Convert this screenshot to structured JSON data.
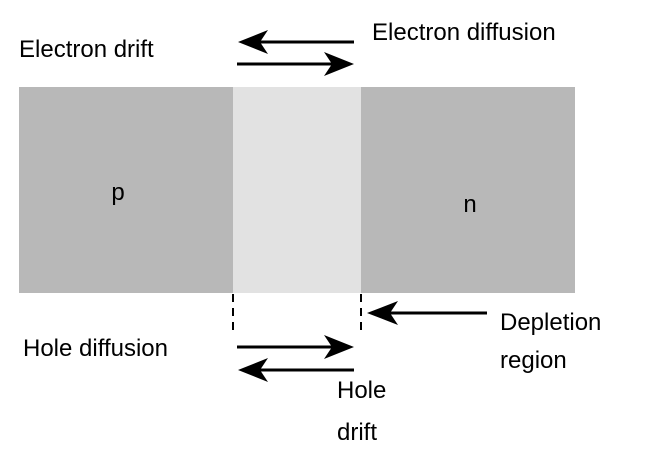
{
  "regions": {
    "p": {
      "label": "p",
      "color": "#b8b8b8"
    },
    "depletion": {
      "color": "#e2e2e2"
    },
    "n": {
      "label": "n",
      "color": "#b8b8b8"
    }
  },
  "labels": {
    "electron_drift": "Electron drift",
    "electron_diffusion": "Electron diffusion",
    "hole_diffusion": "Hole diffusion",
    "hole_drift_line1": "Hole",
    "hole_drift_line2": "drift",
    "depletion_line1": "Depletion",
    "depletion_line2": "region"
  }
}
